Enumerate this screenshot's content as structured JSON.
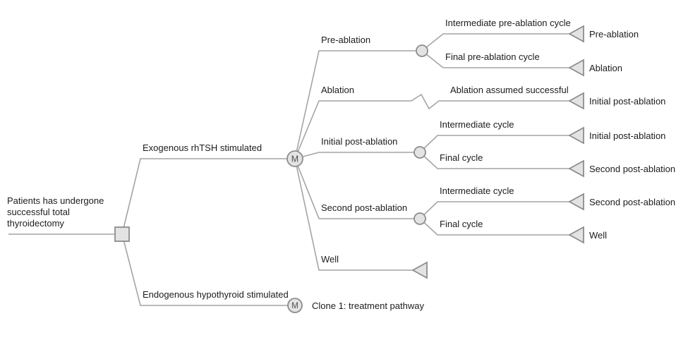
{
  "diagram": {
    "root": {
      "label_lines": [
        "Patients has undergone",
        "successful total",
        "thyroidectomy"
      ]
    },
    "markov_symbol": "M",
    "branches": {
      "exogenous": {
        "label": "Exogenous rhTSH stimulated"
      },
      "endogenous": {
        "label": "Endogenous hypothyroid stimulated",
        "clone_label": "Clone 1: treatment pathway"
      },
      "pre_ablation": {
        "label": "Pre-ablation",
        "children": [
          {
            "label": "Intermediate pre-ablation cycle",
            "terminal": "Pre-ablation"
          },
          {
            "label": "Final pre-ablation cycle",
            "terminal": "Ablation"
          }
        ]
      },
      "ablation": {
        "label": "Ablation",
        "children": [
          {
            "label": "Ablation assumed successful",
            "terminal": "Initial post-ablation"
          }
        ]
      },
      "initial_post_ablation": {
        "label": "Initial post-ablation",
        "children": [
          {
            "label": "Intermediate cycle",
            "terminal": "Initial post-ablation"
          },
          {
            "label": "Final cycle",
            "terminal": "Second post-ablation"
          }
        ]
      },
      "second_post_ablation": {
        "label": "Second post-ablation",
        "children": [
          {
            "label": "Intermediate cycle",
            "terminal": "Second post-ablation"
          },
          {
            "label": "Final cycle",
            "terminal": "Well"
          }
        ]
      },
      "well": {
        "label": "Well"
      }
    },
    "colors": {
      "line": "#a4a4a4",
      "node_fill": "#e3e3e3",
      "node_stroke": "#8d8d8d",
      "text": "#1c1c1c"
    }
  }
}
